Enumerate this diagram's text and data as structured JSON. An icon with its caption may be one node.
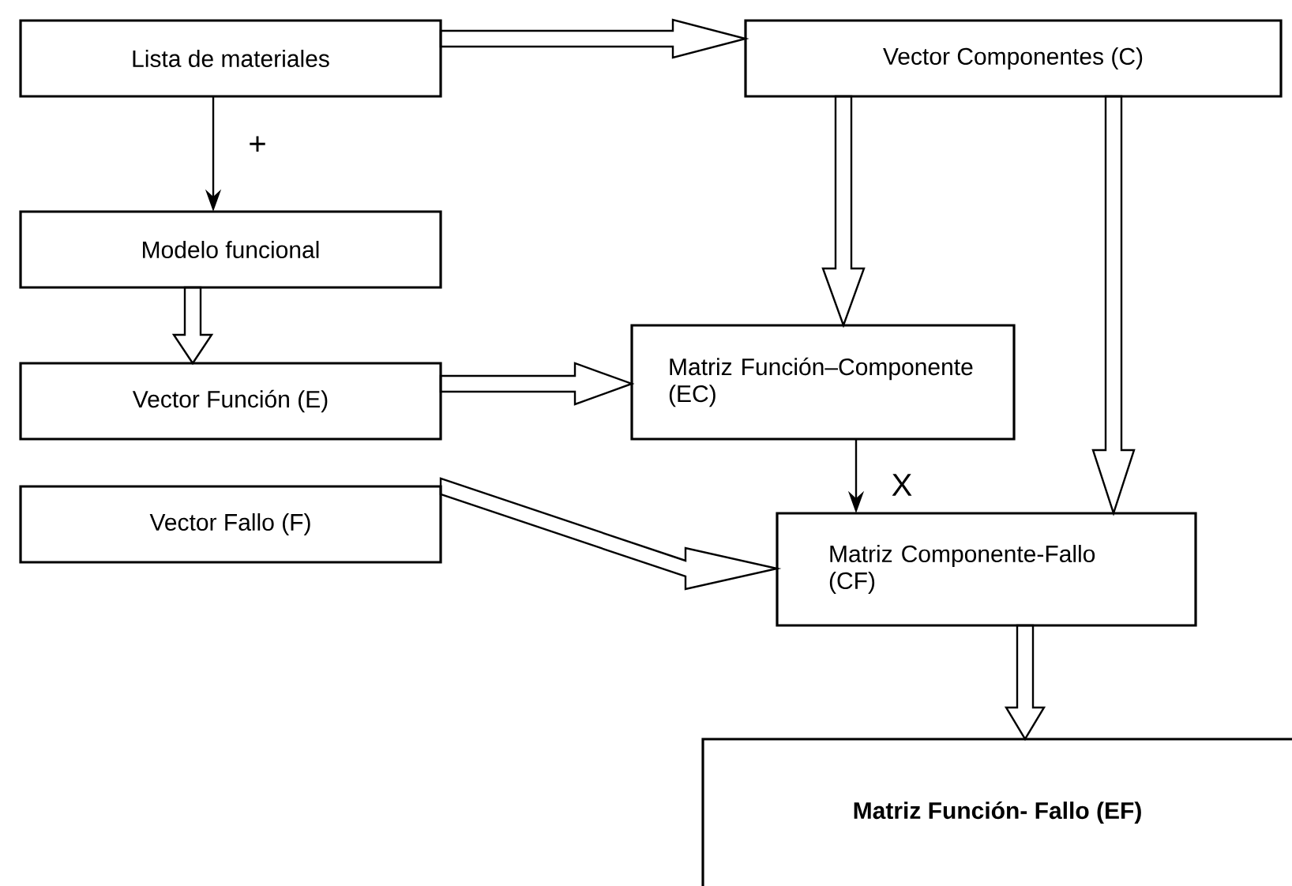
{
  "diagram": {
    "nodes": [
      {
        "text": [
          "Lista de materiales"
        ]
      },
      {
        "text": [
          "Vector Componentes (C)"
        ]
      },
      {
        "text": [
          "Modelo funcional"
        ]
      },
      {
        "text": [
          "Vector Función (E)"
        ]
      },
      {
        "text": [
          "Matriz Función–Componente (EC)"
        ]
      },
      {
        "text": [
          "Vector Fallo (F)"
        ]
      },
      {
        "text": [
          "Matriz Componente-Fallo (CF)"
        ]
      },
      {
        "text": [
          "Matriz Función- Fallo (EF)"
        ]
      }
    ],
    "edges": [
      {
        "from": 0,
        "to": 1,
        "arrow": "to"
      },
      {
        "from": 0,
        "to": 2,
        "arrow": "to",
        "label": "+"
      },
      {
        "from": 1,
        "to": 4,
        "arrow": "to"
      },
      {
        "from": 1,
        "to": 6,
        "arrow": "to"
      },
      {
        "from": 2,
        "to": 3,
        "arrow": "to"
      },
      {
        "from": 3,
        "to": 4,
        "arrow": "to"
      },
      {
        "from": 4,
        "to": 6,
        "arrow": "to",
        "label": "X"
      },
      {
        "from": 5,
        "to": 6,
        "arrow": "to"
      },
      {
        "from": 6,
        "to": 7,
        "arrow": "to"
      }
    ]
  }
}
